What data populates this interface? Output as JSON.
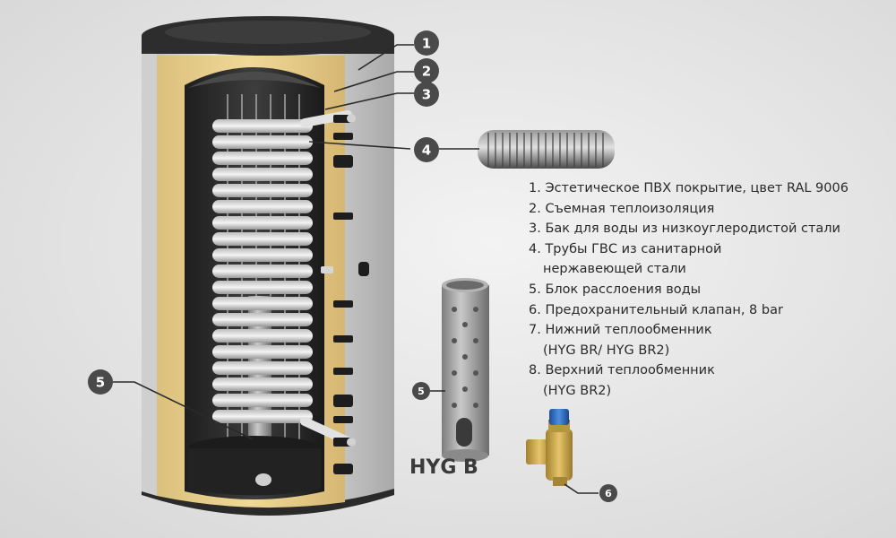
{
  "callouts": [
    "1",
    "2",
    "3",
    "4",
    "5",
    "5",
    "6"
  ],
  "product_label": "HYG B",
  "legend": {
    "items": [
      {
        "text": "1. Эстетическое ПВХ покрытие, цвет RAL 9006",
        "cont": ""
      },
      {
        "text": "2. Съемная теплоизоляция",
        "cont": ""
      },
      {
        "text": "3. Бак для воды из низкоуглеродистой стали",
        "cont": ""
      },
      {
        "text": "4. Трубы ГВС из санитарной",
        "cont": "нержавеющей стали"
      },
      {
        "text": "5. Блок расслоения воды",
        "cont": ""
      },
      {
        "text": "6. Предохранительный клапан, 8 bar",
        "cont": ""
      },
      {
        "text": "7. Нижний теплообменник",
        "cont": "(HYG BR/ HYG BR2)"
      },
      {
        "text": "8. Верхний теплообменник",
        "cont": "(HYG BR2)"
      }
    ]
  },
  "colors": {
    "badge": "#4a4a4a",
    "insulation": "#e9cf8f",
    "casing": "#c9c9c9",
    "tank": "#2c2c2c",
    "coil": "#d8d8d8"
  }
}
